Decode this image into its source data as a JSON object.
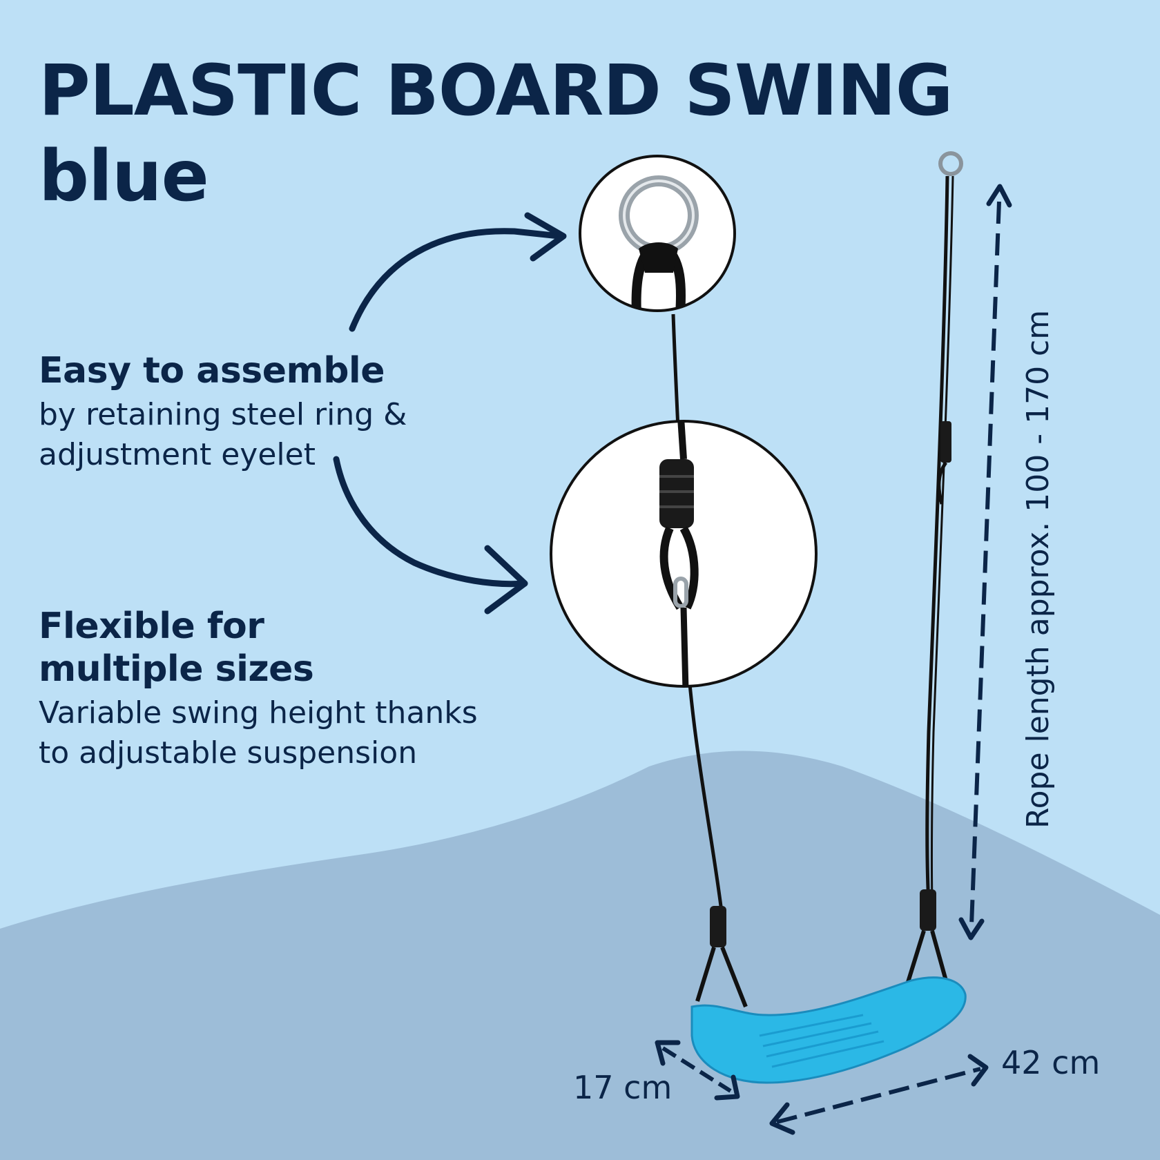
{
  "title": {
    "line1": "PLASTIC BOARD SWING",
    "line2": "blue"
  },
  "features": [
    {
      "heading": "Easy to assemble",
      "body_line1": "by retaining steel ring &",
      "body_line2": "adjustment eyelet"
    },
    {
      "heading_line1": "Flexible for",
      "heading_line2": "multiple sizes",
      "body_line1": "Variable swing height thanks",
      "body_line2": "to adjustable suspension"
    }
  ],
  "dimensions": {
    "width": "17 cm",
    "length": "42 cm",
    "rope": "Rope length approx. 100 - 170 cm"
  },
  "colors": {
    "background": "#bde0f6",
    "hill": "#9dbdd8",
    "text": "#0b2548",
    "seat": "#2bb8e6",
    "rope": "#111111"
  },
  "icons": [
    "steel-ring-icon",
    "adjustment-eyelet-icon",
    "curved-arrow-icon",
    "dimension-arrow-icon"
  ]
}
